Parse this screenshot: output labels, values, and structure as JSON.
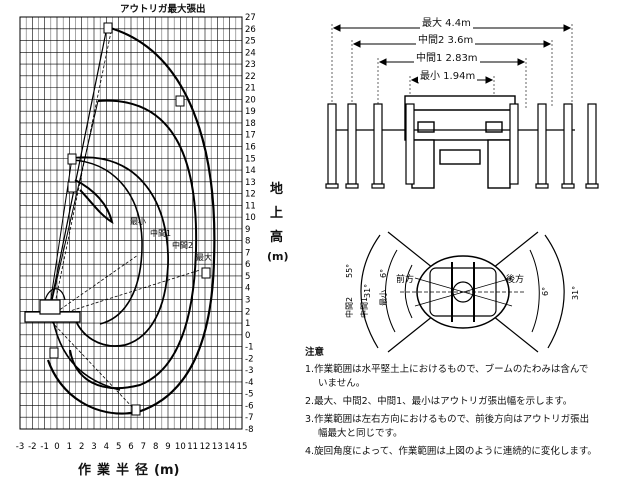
{
  "range_chart": {
    "title": "アウトリガ最大張出",
    "x_axis": {
      "label": "作業半径",
      "unit": "(m)",
      "ticks": [
        "-3",
        "-2",
        "-1",
        "0",
        "1",
        "2",
        "3",
        "4",
        "5",
        "6",
        "7",
        "8",
        "9",
        "10",
        "11",
        "12",
        "13",
        "14",
        "15"
      ]
    },
    "y_axis": {
      "label_chars": [
        "地",
        "上",
        "高"
      ],
      "unit": "(m)",
      "ticks": [
        "27",
        "26",
        "25",
        "24",
        "23",
        "22",
        "21",
        "20",
        "19",
        "18",
        "17",
        "16",
        "15",
        "14",
        "13",
        "12",
        "11",
        "10",
        "9",
        "8",
        "7",
        "6",
        "5",
        "4",
        "3",
        "2",
        "1",
        "0",
        "-1",
        "-2",
        "-3",
        "-4",
        "-5",
        "-6",
        "-7",
        "-8"
      ]
    },
    "curve_labels": {
      "min": "最小",
      "mid1": "中間1",
      "mid2": "中間2",
      "max": "最大"
    }
  },
  "outrigger": {
    "widths": [
      {
        "label": "最大 4.4m"
      },
      {
        "label": "中間2 3.6m"
      },
      {
        "label": "中間1 2.83m"
      },
      {
        "label": "最小 1.94m"
      }
    ]
  },
  "rotation": {
    "front": "前方",
    "rear": "後方",
    "labels": {
      "mid2": "中間2",
      "mid1": "中間1",
      "min": "最小",
      "deg55": "55°",
      "deg31": "31°",
      "deg6": "6°",
      "deg6r": "6°",
      "deg31r": "31°"
    }
  },
  "notes": {
    "heading": "注意",
    "items": [
      "1.作業範囲は水平堅土上におけるもので、ブームのたわみは含んで",
      "いません。",
      "2.最大、中間2、中間1、最小はアウトリガ張出幅を示します。",
      "3.作業範囲は左右方向におけるもので、前後方向はアウトリガ張出",
      "幅最大と同じです。",
      "4.旋回角度によって、作業範囲は上図のように連続的に変化します。"
    ]
  }
}
